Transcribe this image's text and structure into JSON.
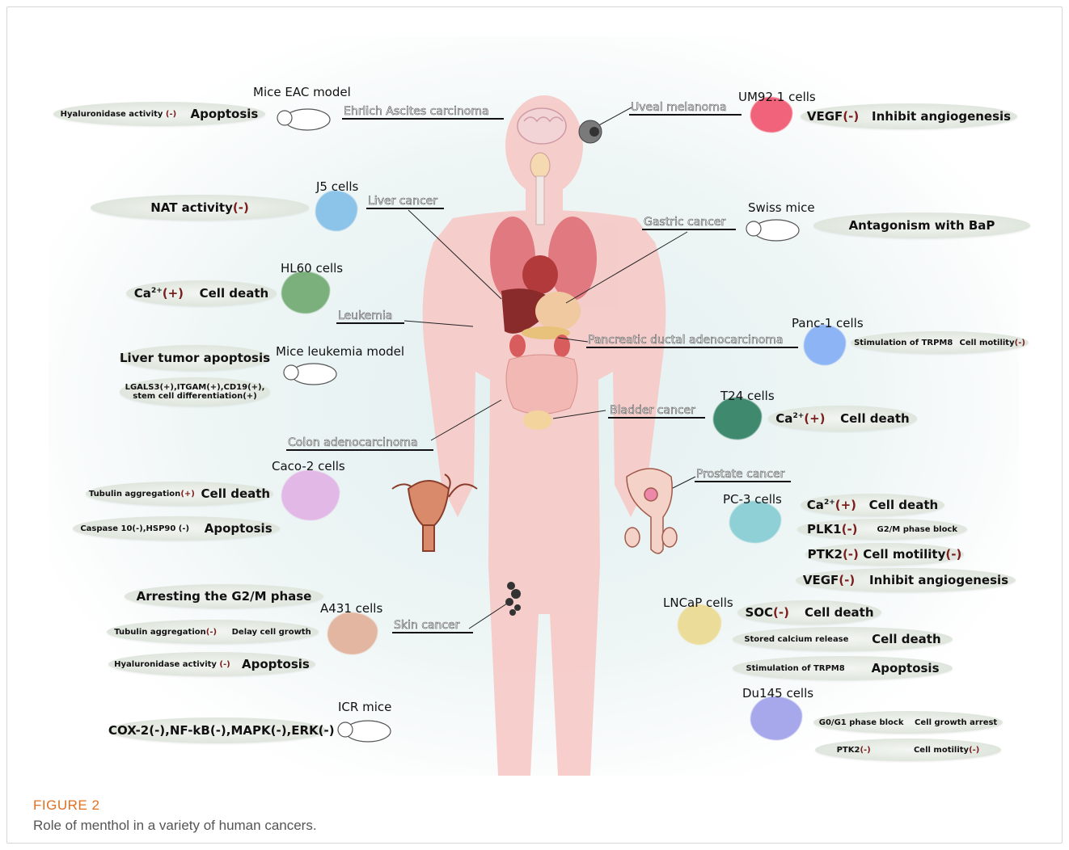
{
  "figure": {
    "label": "FIGURE 2",
    "caption": "Role of menthol in a variety of human cancers."
  },
  "colors": {
    "body": "#f6c9c6",
    "label_underline": "#111111",
    "negative_mark": "#7a1d1d",
    "figure_label": "#e07020"
  },
  "cancers": {
    "ehrlich": "Ehrlich Ascites carcinoma",
    "uveal": "Uveal  melanoma",
    "liver": "Liver cancer",
    "gastric": "Gastric cancer",
    "leukemia": "Leukemia",
    "pancreatic": "Pancreatic ductal adenocarcinoma",
    "bladder": "Bladder cancer",
    "colon": "Colon adenocarcinoma",
    "prostate": "Prostate cancer",
    "skin": "Skin cancer"
  },
  "models": {
    "mice_eac": "Mice EAC model",
    "um921": "UM92.1 cells",
    "j5": "J5 cells",
    "swiss": "Swiss mice",
    "hl60": "HL60 cells",
    "panc1": "Panc-1 cells",
    "mice_leukemia": "Mice leukemia model",
    "t24": "T24 cells",
    "caco2": "Caco-2 cells",
    "pc3": "PC-3 cells",
    "a431": "A431 cells",
    "lncap": "LNCaP cells",
    "icr": "ICR mice",
    "du145": "Du145 cells"
  },
  "effects": {
    "eac_a": "Hyaluronidase activity ",
    "eac_a_mark": "(-)",
    "eac_b": "Apoptosis",
    "um_a": "VEGF",
    "um_a_mark": "(-)",
    "um_b": "Inhibit angiogenesis",
    "j5_a": "NAT activity",
    "j5_a_mark": "(-)",
    "swiss_a": "Antagonism with BaP",
    "hl60_ca": "Ca",
    "hl60_sup": "2+",
    "hl60_mark": "(+)",
    "hl60_b": "Cell death",
    "panc_a": "Stimulation of TRPM8",
    "panc_b": "Cell motility",
    "panc_b_mark": "(-)",
    "leuk_a": "Liver tumor apoptosis",
    "leuk_b1": "LGALS3(+),ITGAM(+),CD19(+),",
    "leuk_b2": "stem cell differentiation(+)",
    "t24_ca": "Ca",
    "t24_sup": "2+",
    "t24_mark": "(+)",
    "t24_b": "Cell death",
    "caco_a": "Tubulin aggregation",
    "caco_a_mark": "(+)",
    "caco_b": "Cell death",
    "caco_c": "Caspase 10(-),HSP90 (-)",
    "caco_d": "Apoptosis",
    "pc3_ca": "Ca",
    "pc3_sup": "2+",
    "pc3_mark": "(+)",
    "pc3_b": "Cell death",
    "pc3_c": "PLK1",
    "pc3_c_mark": "(-)",
    "pc3_d": "G2/M phase block",
    "pc3_e": "PTK2",
    "pc3_e_mark": "(-)",
    "pc3_f": "Cell motility",
    "pc3_f_mark": "(-)",
    "pc3_g": "VEGF",
    "pc3_g_mark": "(-)",
    "pc3_h": "Inhibit angiogenesis",
    "a431_a": "Arresting the G2/M phase",
    "a431_b": "Tubulin aggregation",
    "a431_b_mark": "(-)",
    "a431_c": "Delay cell growth",
    "a431_d": "Hyaluronidase activity ",
    "a431_d_mark": "(-)",
    "a431_e": "Apoptosis",
    "lncap_a": "SOC",
    "lncap_a_mark": "(-)",
    "lncap_b": "Cell death",
    "lncap_c": "Stored calcium release",
    "lncap_d": "Cell death",
    "lncap_e": "Stimulation of TRPM8",
    "lncap_f": "Apoptosis",
    "icr_a": "COX-2(-),NF-kB(-),MAPK(-),ERK(-)",
    "du_a": "G0/G1 phase block",
    "du_b": "Cell growth arrest",
    "du_c": "PTK2",
    "du_c_mark": "(-)",
    "du_d": "Cell motility",
    "du_d_mark": "(-)"
  }
}
